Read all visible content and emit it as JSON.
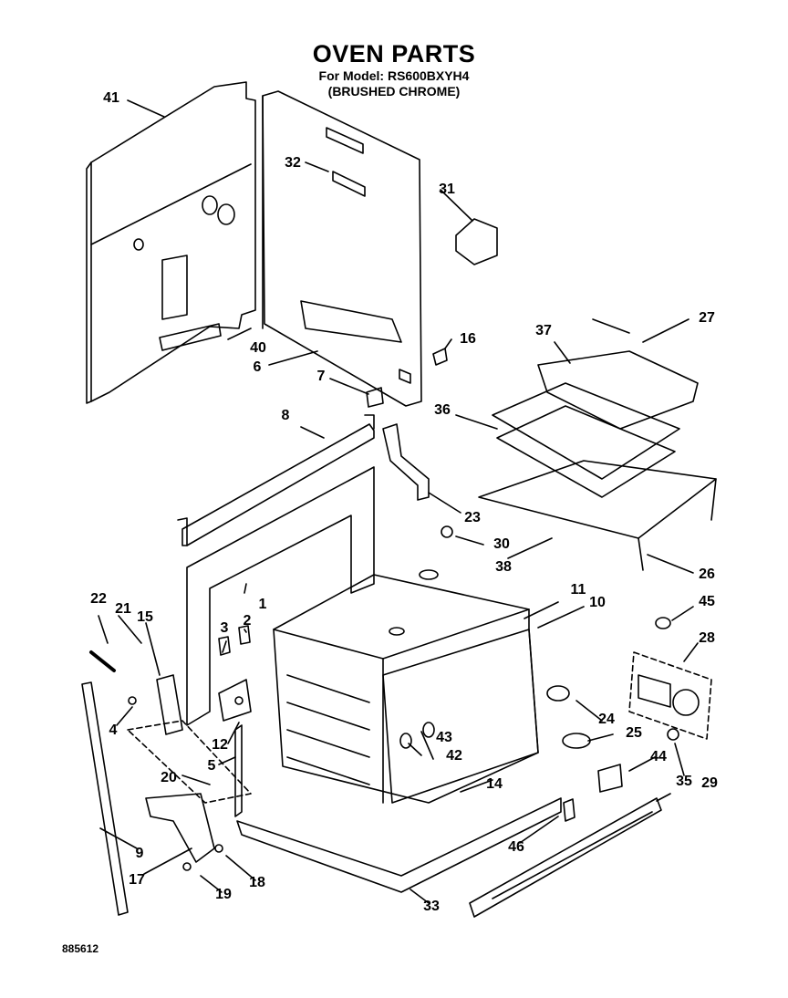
{
  "header": {
    "title": "OVEN PARTS",
    "model_line": "For Model: RS600BXYH4",
    "finish_line": "(BRUSHED CHROME)"
  },
  "callouts": [
    "41",
    "32",
    "31",
    "40",
    "6",
    "16",
    "7",
    "37",
    "27",
    "36",
    "8",
    "23",
    "30",
    "38",
    "26",
    "1",
    "11",
    "10",
    "22",
    "21",
    "15",
    "3",
    "2",
    "45",
    "28",
    "4",
    "12",
    "24",
    "25",
    "5",
    "43",
    "42",
    "44",
    "20",
    "14",
    "35",
    "29",
    "9",
    "46",
    "17",
    "18",
    "19",
    "33"
  ],
  "document_number": "885612"
}
